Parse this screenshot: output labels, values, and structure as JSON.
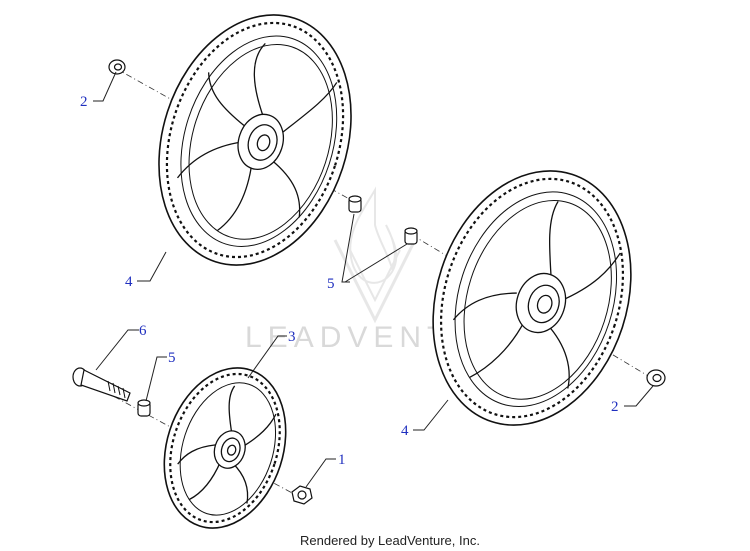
{
  "callouts": {
    "c1": "1",
    "c2a": "2",
    "c2b": "2",
    "c3": "3",
    "c4a": "4",
    "c4b": "4",
    "c5a": "5",
    "c5b": "5",
    "c6": "6"
  },
  "watermark": {
    "brand_text": "LEADVENTURE",
    "icon": "flame-logo-icon",
    "color": "#d9d9d9"
  },
  "footer": {
    "credit": "Rendered by LeadVenture, Inc."
  },
  "colors": {
    "callout": "#1f2fbf",
    "line": "#111111"
  }
}
